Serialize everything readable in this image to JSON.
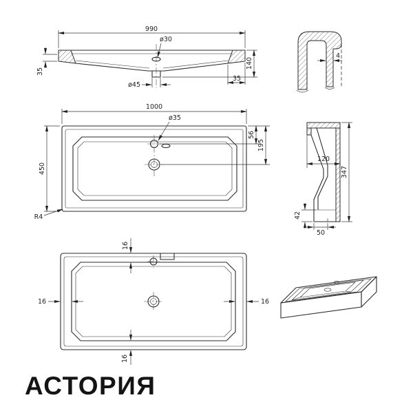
{
  "title": "АСТОРИЯ",
  "drawing": {
    "front_view": {
      "dim_top_width": "990",
      "dim_drain_hole": "ø30",
      "dim_height": "140",
      "dim_edge_left": "35",
      "dim_trap_diameter": "ø45",
      "dim_edge_right": "35"
    },
    "detail_view": {
      "dim_wall_thickness": "4"
    },
    "plan_view": {
      "dim_overall_width": "1000",
      "dim_faucet_hole": "ø35",
      "dim_overall_depth": "450",
      "dim_faucet_offset": "56",
      "dim_drain_offset": "195",
      "dim_corner_radius": "R4"
    },
    "side_view": {
      "dim_bowl_depth": "120",
      "dim_overall_height": "347",
      "dim_foot_height": "42",
      "dim_base_width": "50"
    },
    "bottom_view": {
      "dim_rim_top": "16",
      "dim_rim_left": "16",
      "dim_rim_right": "16",
      "dim_rim_bottom": "16"
    }
  }
}
